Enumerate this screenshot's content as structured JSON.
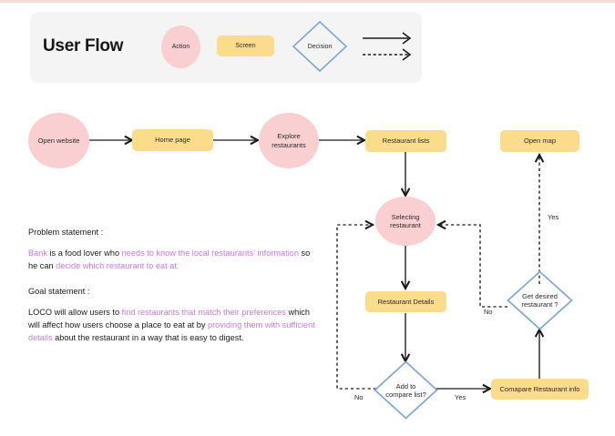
{
  "legend": {
    "title": "User Flow",
    "action_label": "Action",
    "screen_label": "Screen",
    "decision_label": "Decision",
    "solid_arrow_name": "solid-arrow",
    "dashed_arrow_name": "dashed-arrow"
  },
  "colors": {
    "action_fill": "#f9cfd1",
    "screen_fill": "#fbdc8b",
    "decision_stroke": "#7da7d9",
    "panel_bg": "#f4f4f4",
    "arrow": "#1a1a1a",
    "highlight_text": "#c77ae0",
    "top_rule": "#f2ded6"
  },
  "nodes": {
    "open_website": "Open website",
    "home_page": "Home page",
    "explore_restaurants": "Explore\nrestaurants",
    "restaurant_lists": "Restaurant lists",
    "open_map": "Open map",
    "selecting_restaurant": "Selecting\nrestaurant",
    "restaurant_details": "Restaurant Details",
    "get_desired_restaurant": "Get desired\nrestaurant ?",
    "add_to_compare_list": "Add to\ncompare list?",
    "compare_restaurant_info": "Comapare Restaurant info"
  },
  "edge_labels": {
    "yes_map": "Yes",
    "no_desired": "No",
    "yes_compare": "Yes",
    "no_compare": "No"
  },
  "problem_statement": {
    "heading": "Problem statement :",
    "seg1": "Bank",
    "seg2": " is a food lover who ",
    "seg3": "needs to know the local restaurants' information",
    "seg4": " so he can ",
    "seg5": "decide which restaurant to eat at."
  },
  "goal_statement": {
    "heading": "Goal statement :",
    "seg1": "LOCO will allow users to ",
    "seg2": "find restaurants that match their preferences",
    "seg3": " which will affect how users choose a place to eat at by ",
    "seg4": "providing them with sufficient details",
    "seg5": " about the restaurant in a way that is easy to digest."
  }
}
